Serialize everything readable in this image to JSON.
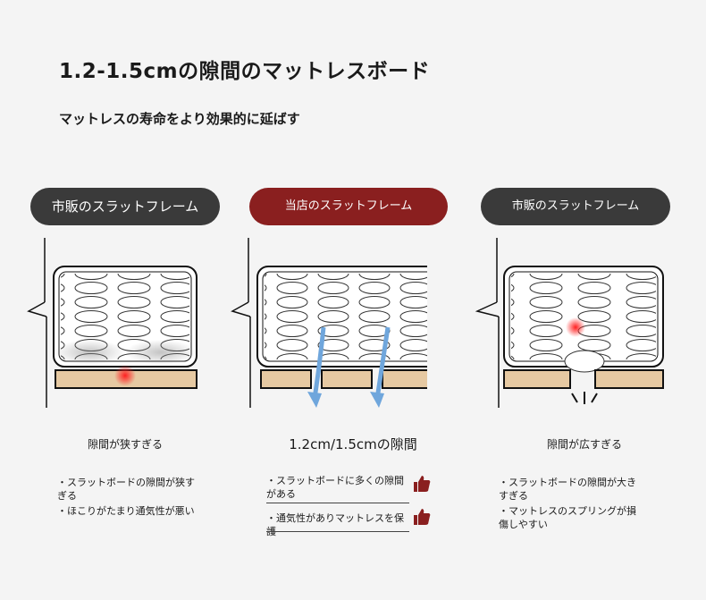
{
  "header": {
    "title": "1.2-1.5cmの隙間のマットレスボード",
    "subtitle": "マットレスの寿命をより効果的に延ばす"
  },
  "columns": [
    {
      "pill": "市販のスラットフレーム",
      "heading": "隙間が狭すぎる",
      "bullets": [
        "・スラットボードの隙間が狭すぎる",
        "・ほこりがたまり通気性が悪い"
      ]
    },
    {
      "pill": "当店のスラットフレーム",
      "heading": "1.2cm/1.5cmの隙間",
      "bullets": [
        "・スラットボードに多くの隙間がある",
        "・通気性がありマットレスを保護"
      ]
    },
    {
      "pill": "市販のスラットフレーム",
      "heading": "隙間が広すぎる",
      "bullets": [
        "・スラットボードの隙間が大きすぎる",
        "・マットレスのスプリングが損傷しやすい"
      ]
    }
  ],
  "colors": {
    "pill_dark": "#3a3a3a",
    "pill_red": "#8a1f1f",
    "slat": "#e6c9a2",
    "thumb": "#8a1f1f",
    "arrow": "#6fa6dc"
  },
  "icons": [
    "thumbs-up-icon",
    "thumbs-up-icon"
  ]
}
